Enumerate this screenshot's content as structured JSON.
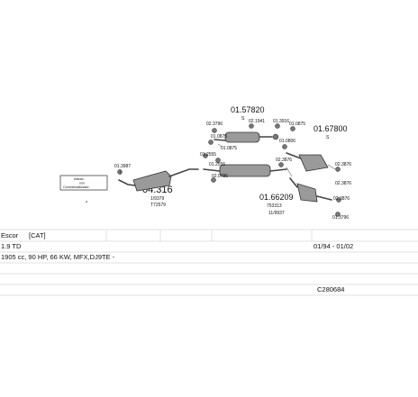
{
  "box_label": {
    "line1": "Istituto",
    "line2": "von",
    "line3": "Commercializzato"
  },
  "parts": {
    "main_silencer_left": {
      "ref": "01.57820",
      "sub": "S"
    },
    "rear_right": {
      "ref": "01.67800",
      "sub": "S"
    },
    "mid_silencer": {
      "ref": "01.66209",
      "sub1": "753313",
      "sub2": "11/9937"
    },
    "front_cat": {
      "ref": "04.316",
      "sub1": "1/9379",
      "sub2": "T72579"
    },
    "small_refs": [
      "01.3987",
      "02.3796",
      "01.0875",
      "01.0875",
      "02.1941",
      "01.3916",
      "01.2555",
      "02.0786",
      "01.2556",
      "02.3876",
      "01.0806",
      "01.0875",
      "02.3876",
      "02.3876",
      "02.3876",
      "01.3796"
    ]
  },
  "table": {
    "r1c1": "Escor",
    "r1c2": "[CAT]",
    "r2c1": "1.9 TD",
    "r2c2": "01/94 - 01/02",
    "r3c1": "1905 cc, 90 HP, 66 KW, MFX,DJ9TE -",
    "r5c2": "C280684"
  }
}
